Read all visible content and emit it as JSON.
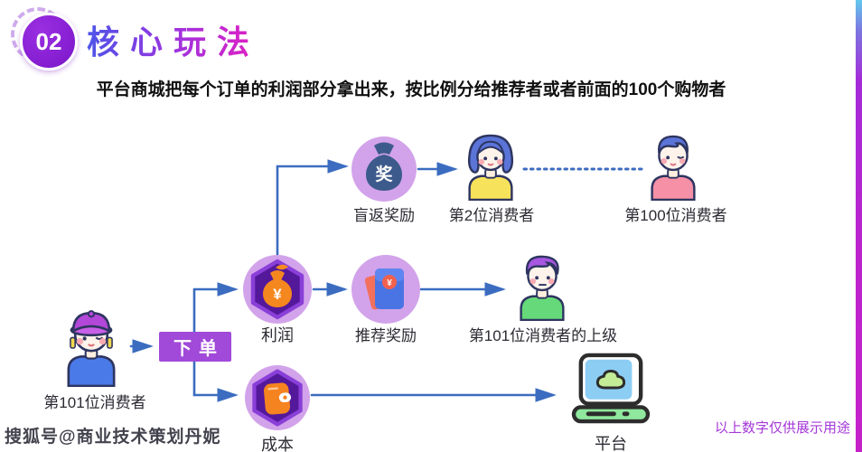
{
  "header": {
    "badge": "02",
    "title": "核心玩法",
    "subtitle": "平台商城把每个订单的利润部分拿出来，按比例分给推荐者或者前面的100个购物者"
  },
  "flow": {
    "consumer101": {
      "label": "第101位消费者"
    },
    "order": {
      "label": "下单"
    },
    "profit": {
      "label": "利润",
      "symbol": "¥"
    },
    "blind_reward": {
      "label": "盲返奖励",
      "symbol": "奖"
    },
    "referral_reward": {
      "label": "推荐奖励",
      "symbol": "¥"
    },
    "cost": {
      "label": "成本"
    },
    "consumer2": {
      "label": "第2位消费者"
    },
    "consumer100": {
      "label": "第100位消费者"
    },
    "upline": {
      "label": "第101位消费者的上级"
    },
    "platform": {
      "label": "平台"
    }
  },
  "footer": {
    "watermark": "搜狐号@商业技术策划丹妮",
    "note": "以上数字仅供展示用途"
  },
  "colors": {
    "arrow": "#3b6cc0",
    "circle_lavender": "#d2a3ea",
    "hexagon_purple": "#54189b",
    "hexagon_stroke": "#8a3fd8",
    "accent_magenta": "#e21fc3",
    "accent_purple": "#7a15c8",
    "order_button": "#a149d9"
  }
}
